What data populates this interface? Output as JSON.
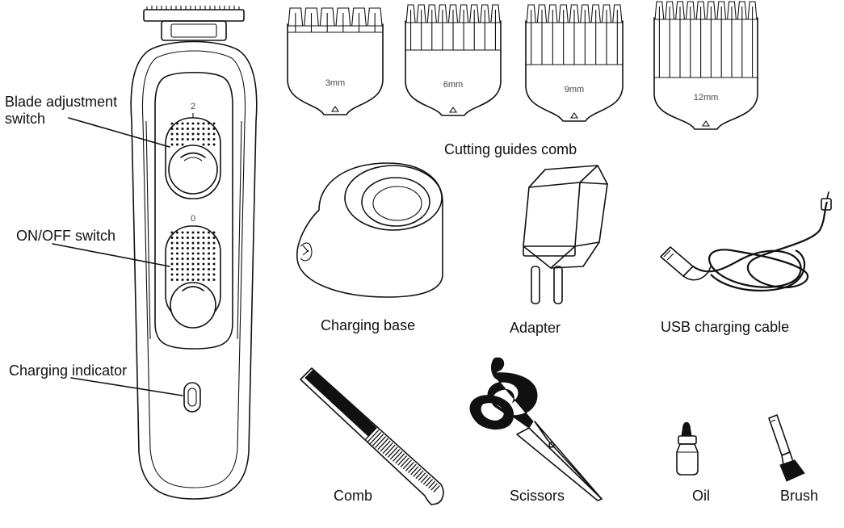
{
  "labels": {
    "blade_adjustment": "Blade adjustment switch",
    "on_off": "ON/OFF switch",
    "charging_indicator": "Charging indicator",
    "cutting_guides": "Cutting guides comb",
    "charging_base": "Charging base",
    "adapter": "Adapter",
    "usb_cable": "USB charging cable",
    "comb": "Comb",
    "scissors": "Scissors",
    "oil": "Oil",
    "brush": "Brush"
  },
  "guide_sizes": [
    "3mm",
    "6mm",
    "9mm",
    "12mm"
  ],
  "switch_marks": {
    "blade": "2",
    "power": "0"
  },
  "colors": {
    "ink": "#111111",
    "background": "#ffffff"
  }
}
